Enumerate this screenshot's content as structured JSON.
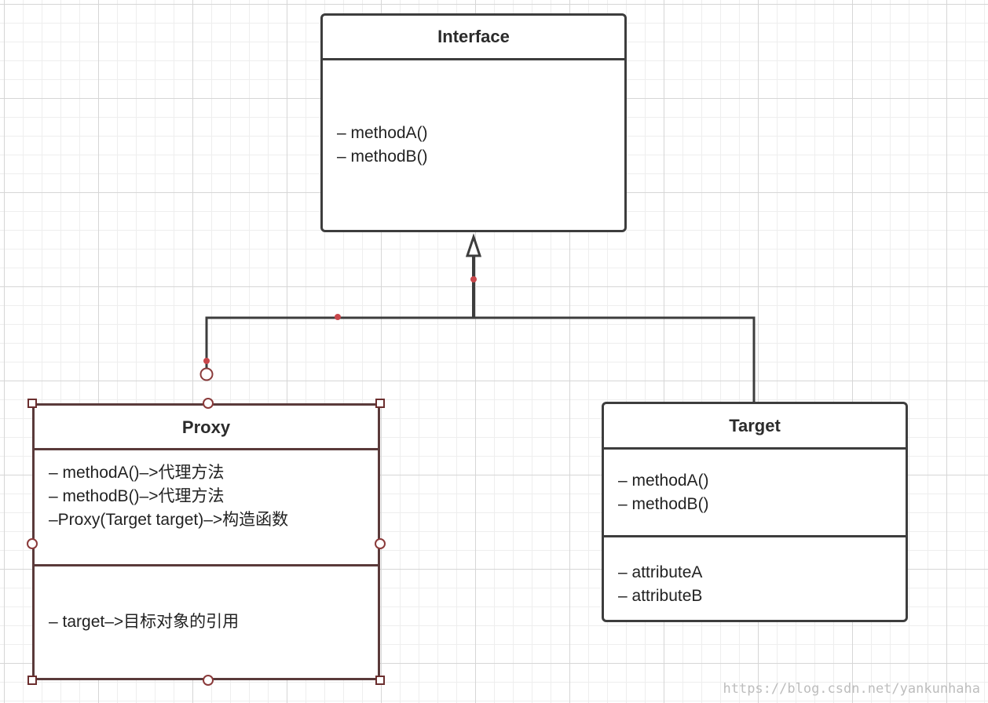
{
  "diagram": {
    "interface": {
      "name": "Interface",
      "methods": [
        "– methodA()",
        "– methodB()"
      ]
    },
    "proxy": {
      "name": "Proxy",
      "methods": [
        "– methodA()–>代理方法",
        "– methodB()–>代理方法",
        "–Proxy(Target target)–>构造函数"
      ],
      "attributes": [
        "– target–>目标对象的引用"
      ]
    },
    "target": {
      "name": "Target",
      "methods": [
        "– methodA()",
        "– methodB()"
      ],
      "attributes": [
        "– attributeA",
        "– attributeB"
      ]
    }
  },
  "watermark": "https://blog.csdn.net/yankunhaha",
  "colors": {
    "line": "#3d3d3d",
    "selection": "#5a3a3a",
    "selection_dot": "#c8474b",
    "grid_minor": "#eeeeee",
    "grid_major": "#d6d6d6"
  }
}
